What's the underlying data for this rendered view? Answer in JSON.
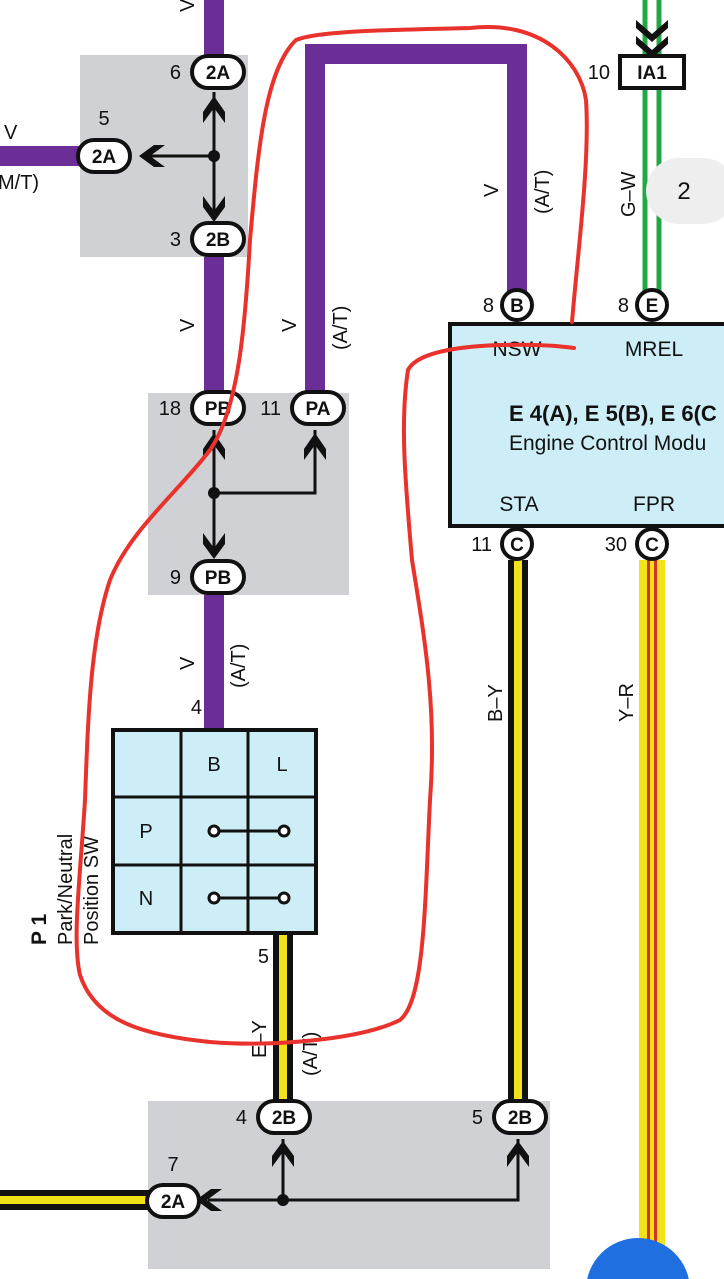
{
  "colors": {
    "violet": "#6b2d96",
    "yellow": "#f2e21a",
    "black": "#111111",
    "green": "#21a844",
    "red_stripe": "#d6322a",
    "junction_gray": "#cfd1d5",
    "ecu_fill": "#cdeef6",
    "markup_red": "#e8322b",
    "page_badge_bg": "#eeeeee",
    "blue_button": "#1f6fe0"
  },
  "connectors": {
    "c_2a_top": {
      "pin": "6",
      "label": "2A"
    },
    "c_2a_left": {
      "pin": "5",
      "label": "2A"
    },
    "c_2b_upper": {
      "pin": "3",
      "label": "2B"
    },
    "c_pb_18": {
      "pin": "18",
      "label": "PB"
    },
    "c_pa_11": {
      "pin": "11",
      "label": "PA"
    },
    "c_pb_9": {
      "pin": "9",
      "label": "PB"
    },
    "c_ia1": {
      "pin": "10",
      "label": "IA1"
    },
    "c_ecu_b": {
      "pin": "8",
      "label": "B"
    },
    "c_ecu_e": {
      "pin": "8",
      "label": "E"
    },
    "c_ecu_c11": {
      "pin": "11",
      "label": "C"
    },
    "c_ecu_c30": {
      "pin": "30",
      "label": "C"
    },
    "c_2b_bot4": {
      "pin": "4",
      "label": "2B"
    },
    "c_2b_bot5": {
      "pin": "5",
      "label": "2B"
    },
    "c_2a_bot7": {
      "pin": "7",
      "label": "2A"
    }
  },
  "wire_labels": {
    "top_v": "V",
    "left_v": "V",
    "left_mt": "M/T)",
    "mid_v": "V",
    "pa_v": "V",
    "pa_at": "(A/T)",
    "ecu_v": "V",
    "ecu_at": "(A/T)",
    "gw": "G–W",
    "sw_v": "V",
    "sw_at": "(A/T)",
    "sw_pin4": "4",
    "sw_pin5": "5",
    "ey": "E–Y",
    "ey_at": "(A/T)",
    "by": "B–Y",
    "yr": "Y–R"
  },
  "ecu": {
    "pin_nsw": "NSW",
    "pin_mrel": "MREL",
    "title": "E 4(A), E 5(B), E 6(C",
    "subtitle": "Engine Control Modu",
    "pin_sta": "STA",
    "pin_fpr": "FPR"
  },
  "switch": {
    "col_b": "B",
    "col_l": "L",
    "row_p": "P",
    "row_n": "N",
    "ref": "P 1",
    "name_line1": "Park/Neutral",
    "name_line2": "Position SW"
  },
  "page_badge": "2"
}
